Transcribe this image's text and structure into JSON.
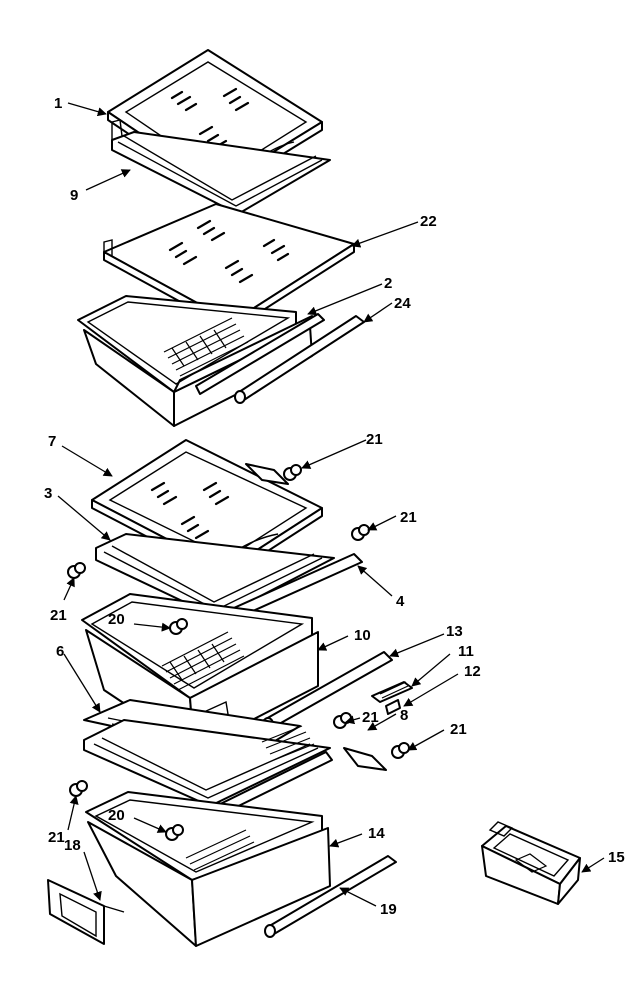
{
  "callouts": {
    "c1": "1",
    "c9": "9",
    "c22": "22",
    "c2": "2",
    "c24": "24",
    "c7": "7",
    "c21a": "21",
    "c3": "3",
    "c21b": "21",
    "c4": "4",
    "c21c": "21",
    "c20a": "20",
    "c10": "10",
    "c13": "13",
    "c11": "11",
    "c12": "12",
    "c6": "6",
    "c21d": "21",
    "c8": "8",
    "c21e": "21",
    "c20b": "20",
    "c14": "14",
    "c21f": "21",
    "c18": "18",
    "c15": "15",
    "c19": "19"
  }
}
